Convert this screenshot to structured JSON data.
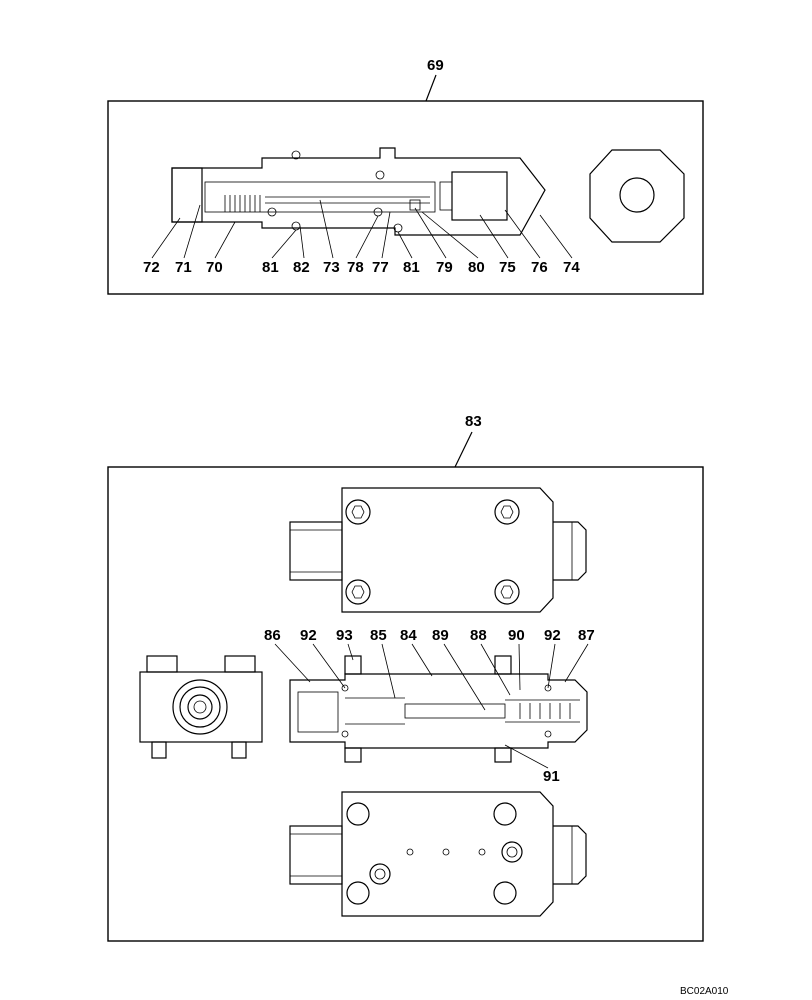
{
  "assemblies": [
    {
      "id": "69",
      "callouts": [
        "72",
        "71",
        "70",
        "81",
        "82",
        "73",
        "78",
        "77",
        "81",
        "79",
        "80",
        "75",
        "76",
        "74"
      ]
    },
    {
      "id": "83",
      "callouts": [
        "86",
        "92",
        "93",
        "85",
        "84",
        "89",
        "88",
        "90",
        "92",
        "87",
        "91"
      ]
    }
  ],
  "drawing_ref": "BC02A010"
}
